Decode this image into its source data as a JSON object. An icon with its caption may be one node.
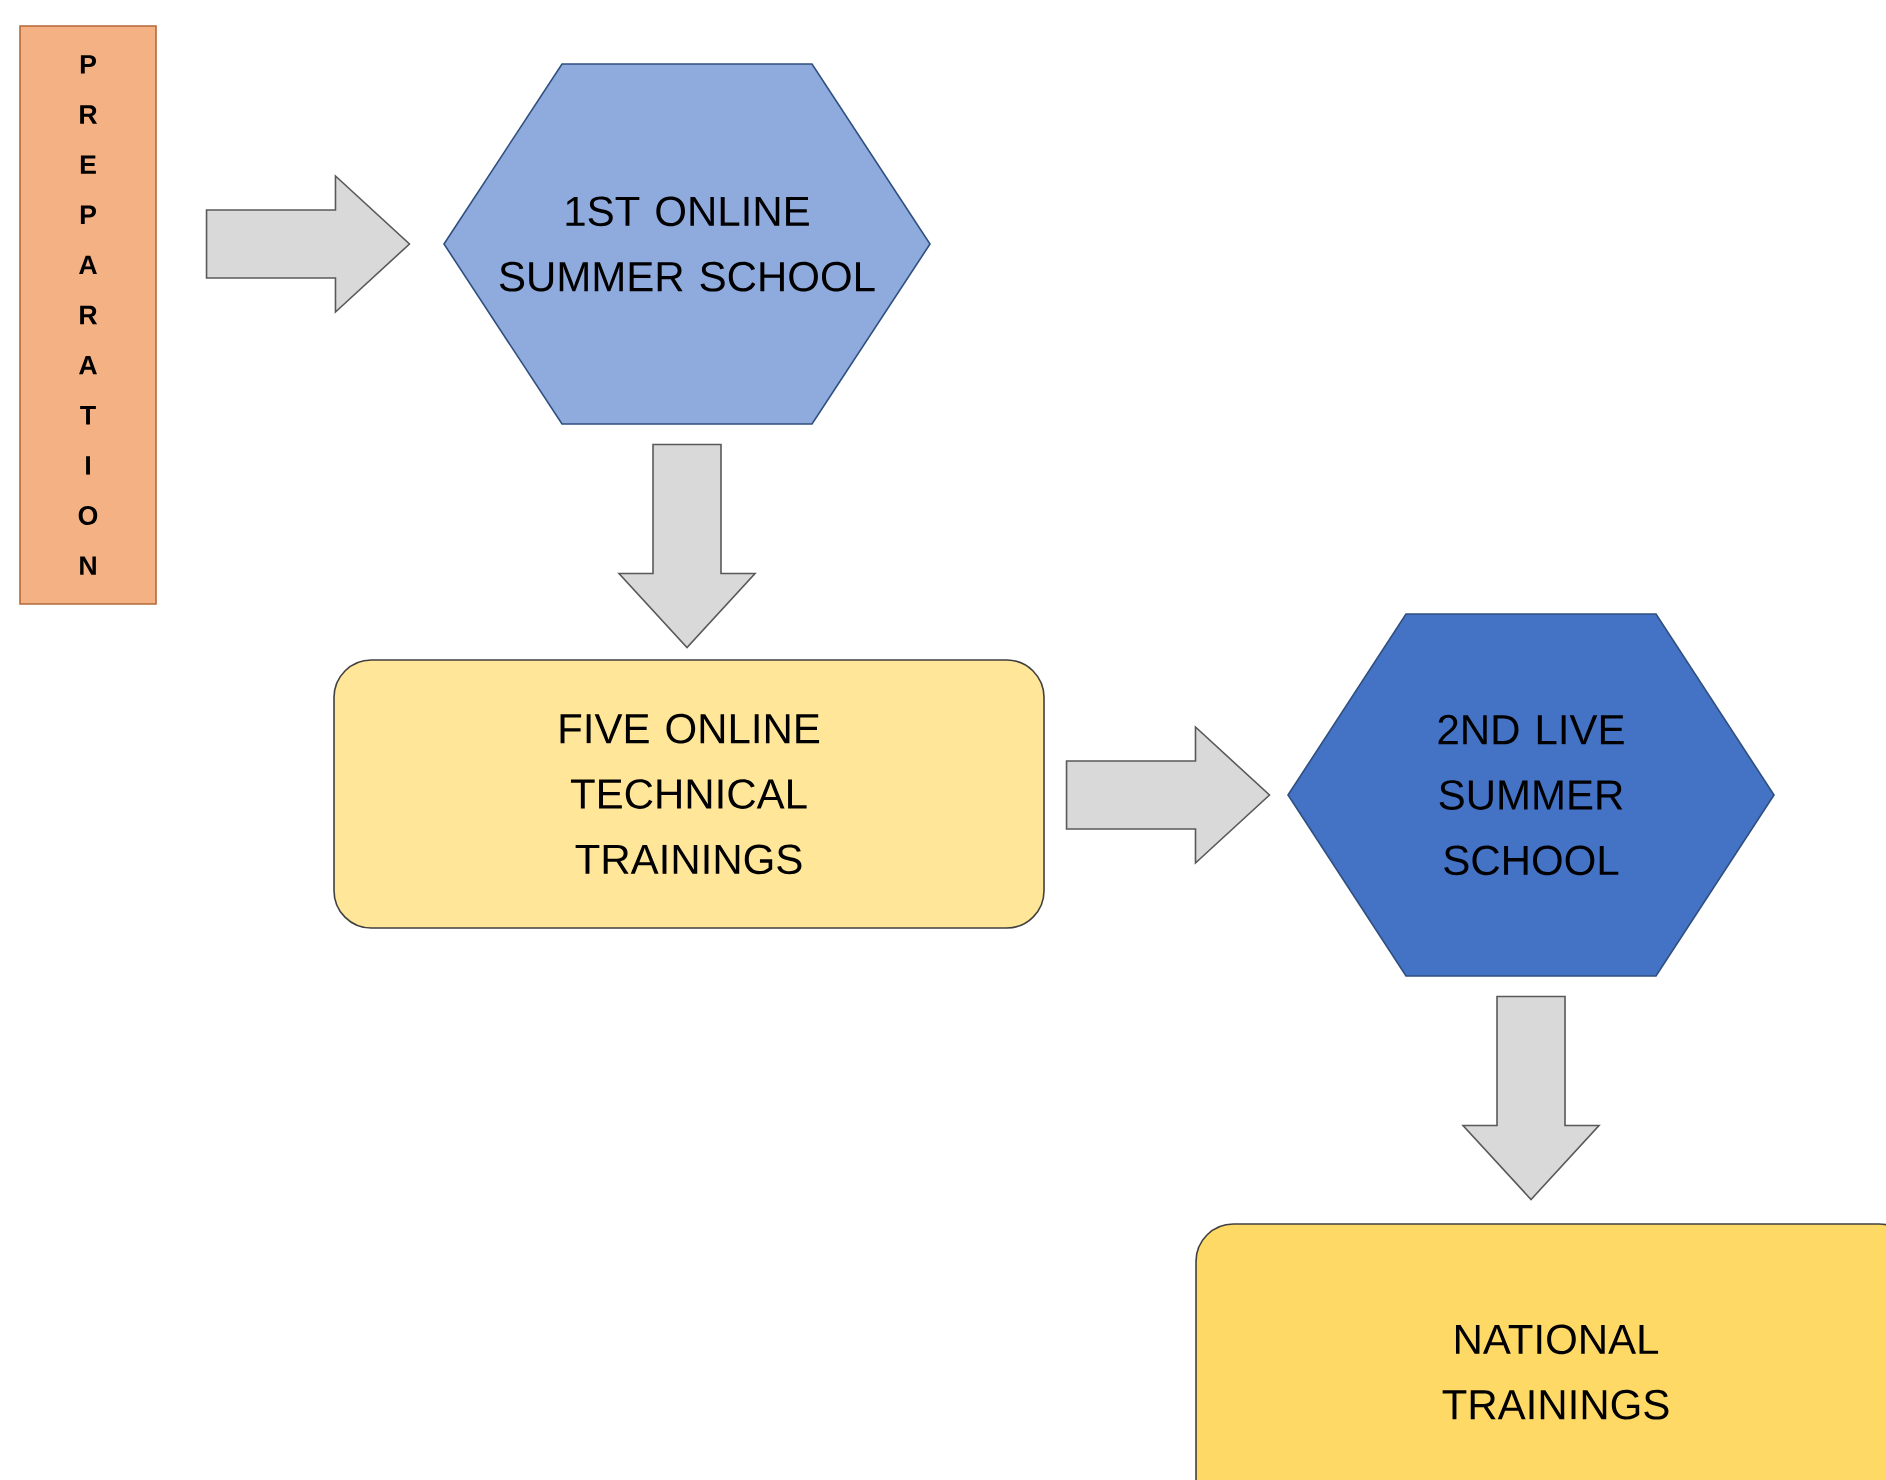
{
  "diagram": {
    "nodes": [
      {
        "text": [
          "P R E P A R A T I O N"
        ]
      },
      {
        "text": [
          "1ST ONLINE SUMMER SCHOOL"
        ]
      },
      {
        "text": [
          "FIVE ONLINE TECHNICAL TRAININGS"
        ]
      },
      {
        "text": [
          "2ND LIVE SUMMER SCHOOL"
        ]
      },
      {
        "text": [
          "NATIONAL TRAININGS"
        ]
      }
    ],
    "edges": [
      {
        "from": 0,
        "to": 1,
        "arrow": "to"
      },
      {
        "from": 1,
        "to": 2,
        "arrow": "to"
      },
      {
        "from": 2,
        "to": 3,
        "arrow": "to"
      },
      {
        "from": 3,
        "to": 4,
        "arrow": "to"
      }
    ]
  }
}
